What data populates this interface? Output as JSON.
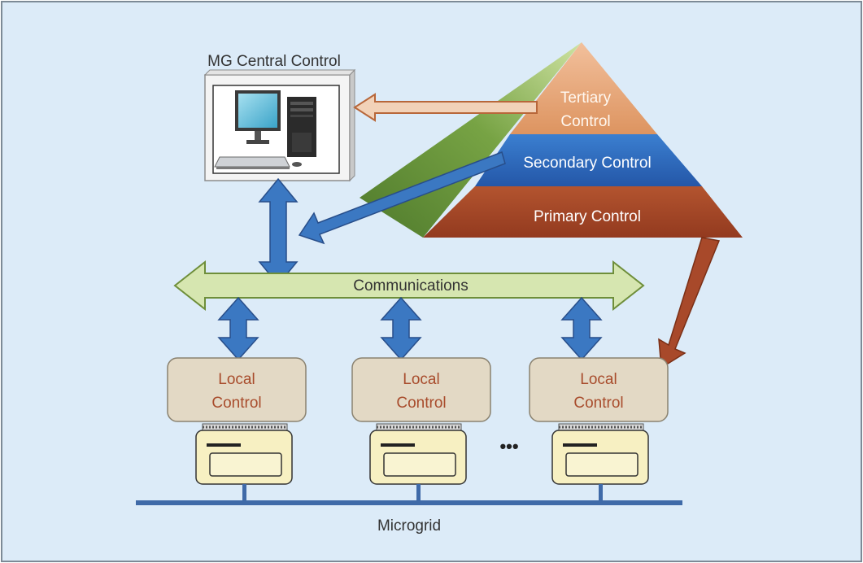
{
  "title": "MG Central Control",
  "pyramid": {
    "tertiary": [
      "Tertiary",
      "Control"
    ],
    "secondary": "Secondary Control",
    "primary": "Primary Control"
  },
  "communications": "Communications",
  "local_units": [
    {
      "line1": "Local",
      "line2": "Control"
    },
    {
      "line1": "Local",
      "line2": "Control"
    },
    {
      "line1": "Local",
      "line2": "Control"
    }
  ],
  "ellipsis": "•••",
  "bus_label": "Microgrid",
  "colors": {
    "background": "#dcebf8",
    "tertiary": "#e7a578",
    "secondary": "#2f6fc4",
    "primary": "#a8492a",
    "comm_fill": "#d6e6b0",
    "comm_stroke": "#6e8e3a",
    "blue_arrow": "#3b78c2",
    "local_box": "#e3d9c5",
    "local_text": "#a84c2c",
    "device": "#f7f0c2",
    "bus": "#3f6aa8"
  }
}
